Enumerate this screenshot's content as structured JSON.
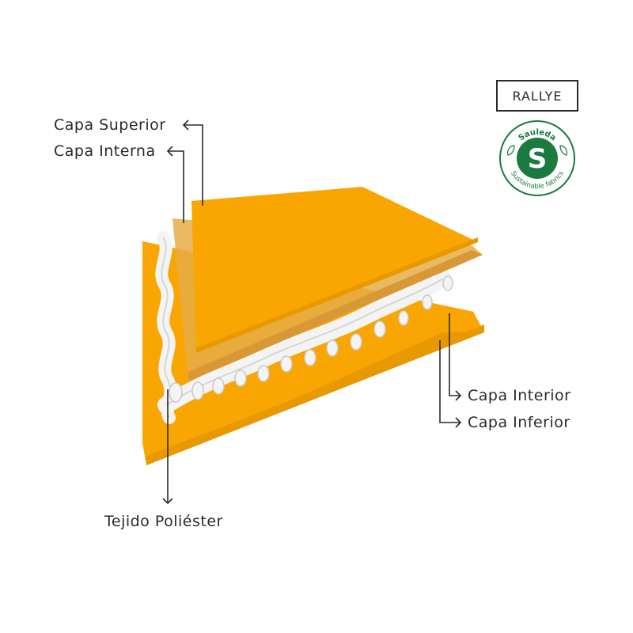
{
  "brand": {
    "name": "RALLYE"
  },
  "seal": {
    "letter": "S",
    "top_text": "Sauleda",
    "bottom_text": "Sustainable fabrics",
    "color": "#1a7a40"
  },
  "layers": {
    "top_label": "Capa Superior",
    "inner_top_label": "Capa Interna",
    "inner_bottom_label": "Capa Interior",
    "bottom_label": "Capa Inferior",
    "polyester_label": "Tejido Poliéster"
  },
  "colors": {
    "fabric": "#F9A602",
    "fabric_dark": "#E89800",
    "inner_layer": "#E8AC48",
    "weave": "#F4F4F4",
    "arrow": "#2a2a2a"
  }
}
